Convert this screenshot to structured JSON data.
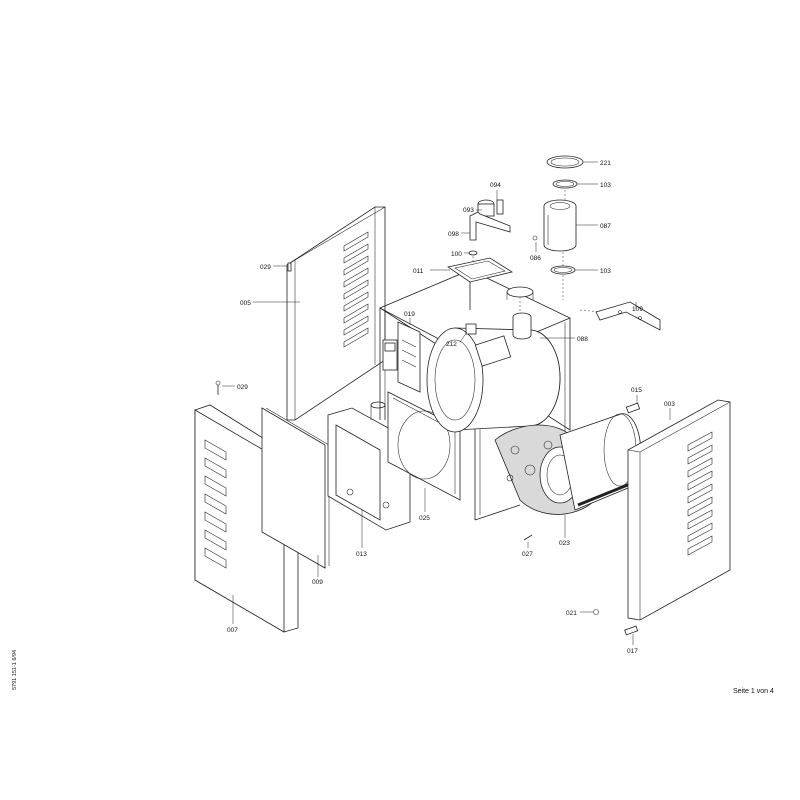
{
  "drawing": {
    "part_labels": {
      "p221": "221",
      "p103a": "103",
      "p094": "094",
      "p093": "093",
      "p087": "087",
      "p098": "098",
      "p029a": "029",
      "p100": "100",
      "p086": "086",
      "p103b": "103",
      "p011": "011",
      "p005": "005",
      "p109": "109",
      "p019": "019",
      "p212": "212",
      "p088": "088",
      "p029b": "029",
      "p015": "015",
      "p003": "003",
      "p025": "025",
      "p013": "013",
      "p009": "009",
      "p027": "027",
      "p023": "023",
      "p007": "007",
      "p021": "021",
      "p017": "017"
    },
    "page_footer": "Seite 1 von 4",
    "side_code": "5791 151-1   6/94"
  }
}
